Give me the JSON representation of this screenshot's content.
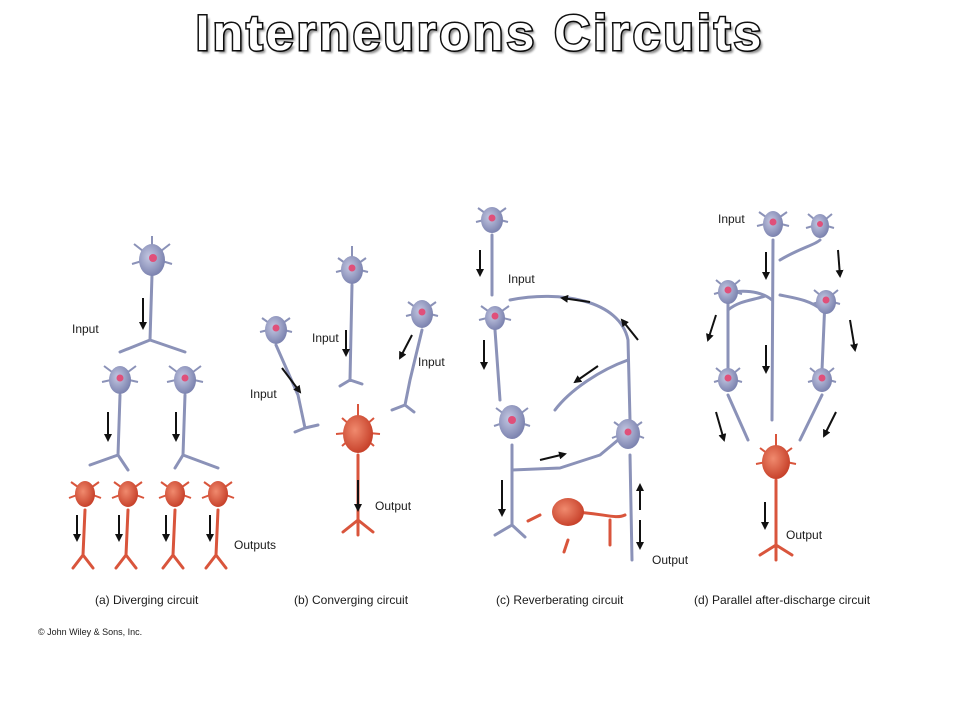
{
  "title": "Interneurons Circuits",
  "colors": {
    "neuron_blue": "#8b92b8",
    "neuron_red": "#d9553c",
    "soma_blue": "#9aa0c7",
    "soma_red": "#e06048",
    "nucleus": "#e0507a"
  },
  "panels": {
    "a": {
      "caption": "(a) Diverging circuit",
      "input": "Input",
      "outputs": "Outputs"
    },
    "b": {
      "caption": "(b) Converging circuit",
      "input_1": "Input",
      "input_2": "Input",
      "input_3": "Input",
      "output": "Output"
    },
    "c": {
      "caption": "(c) Reverberating circuit",
      "input": "Input",
      "output": "Output"
    },
    "d": {
      "caption": "(d) Parallel after-discharge circuit",
      "input": "Input",
      "output": "Output"
    }
  },
  "copyright": "© John Wiley & Sons, Inc."
}
